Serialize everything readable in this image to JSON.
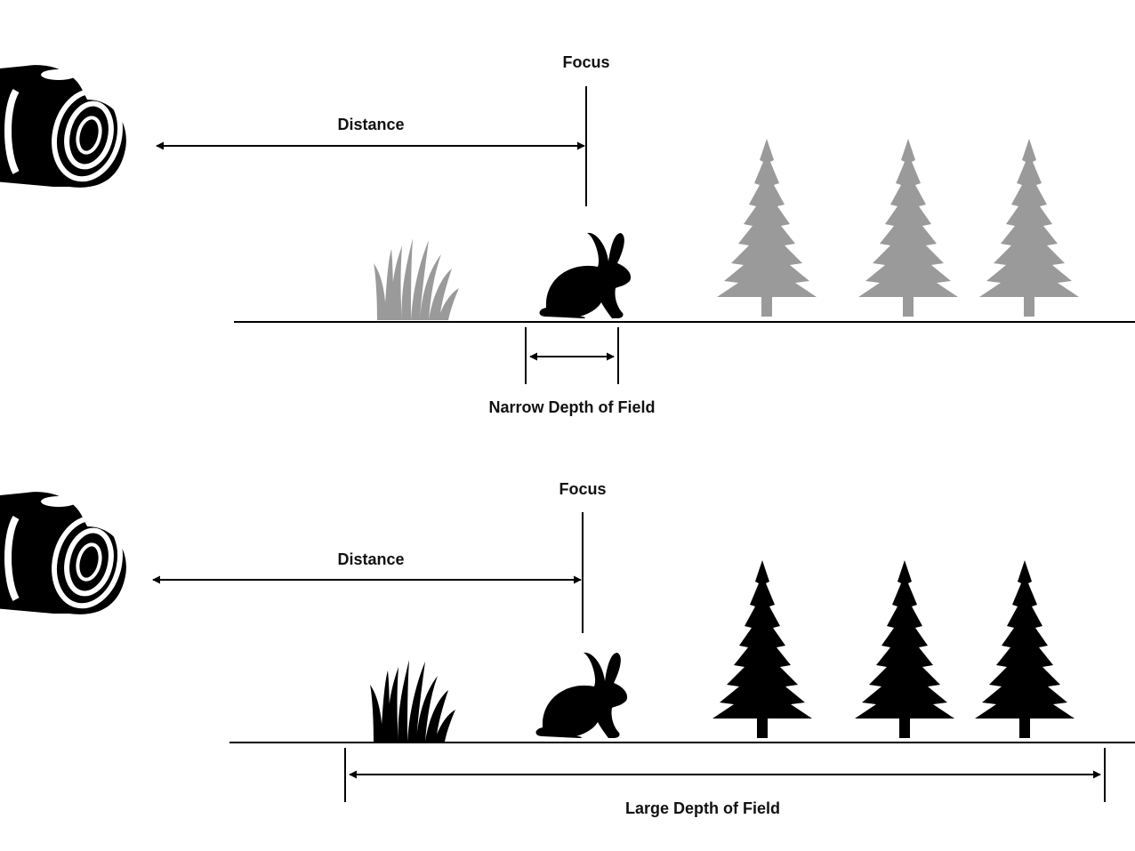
{
  "colors": {
    "ink": "#000000",
    "faded": "#9a9a9a",
    "background": "#ffffff"
  },
  "panels": [
    {
      "id": "top",
      "focus_label": "Focus",
      "distance_label": "Distance",
      "depth_label": "Narrow Depth of Field",
      "background_objects_in_focus": false,
      "foreground_objects_in_focus": false
    },
    {
      "id": "bottom",
      "focus_label": "Focus",
      "distance_label": "Distance",
      "depth_label": "Large Depth of Field",
      "background_objects_in_focus": true,
      "foreground_objects_in_focus": true
    }
  ],
  "icons": [
    "camera-icon",
    "grass-icon",
    "rabbit-icon",
    "pine-tree-icon"
  ]
}
